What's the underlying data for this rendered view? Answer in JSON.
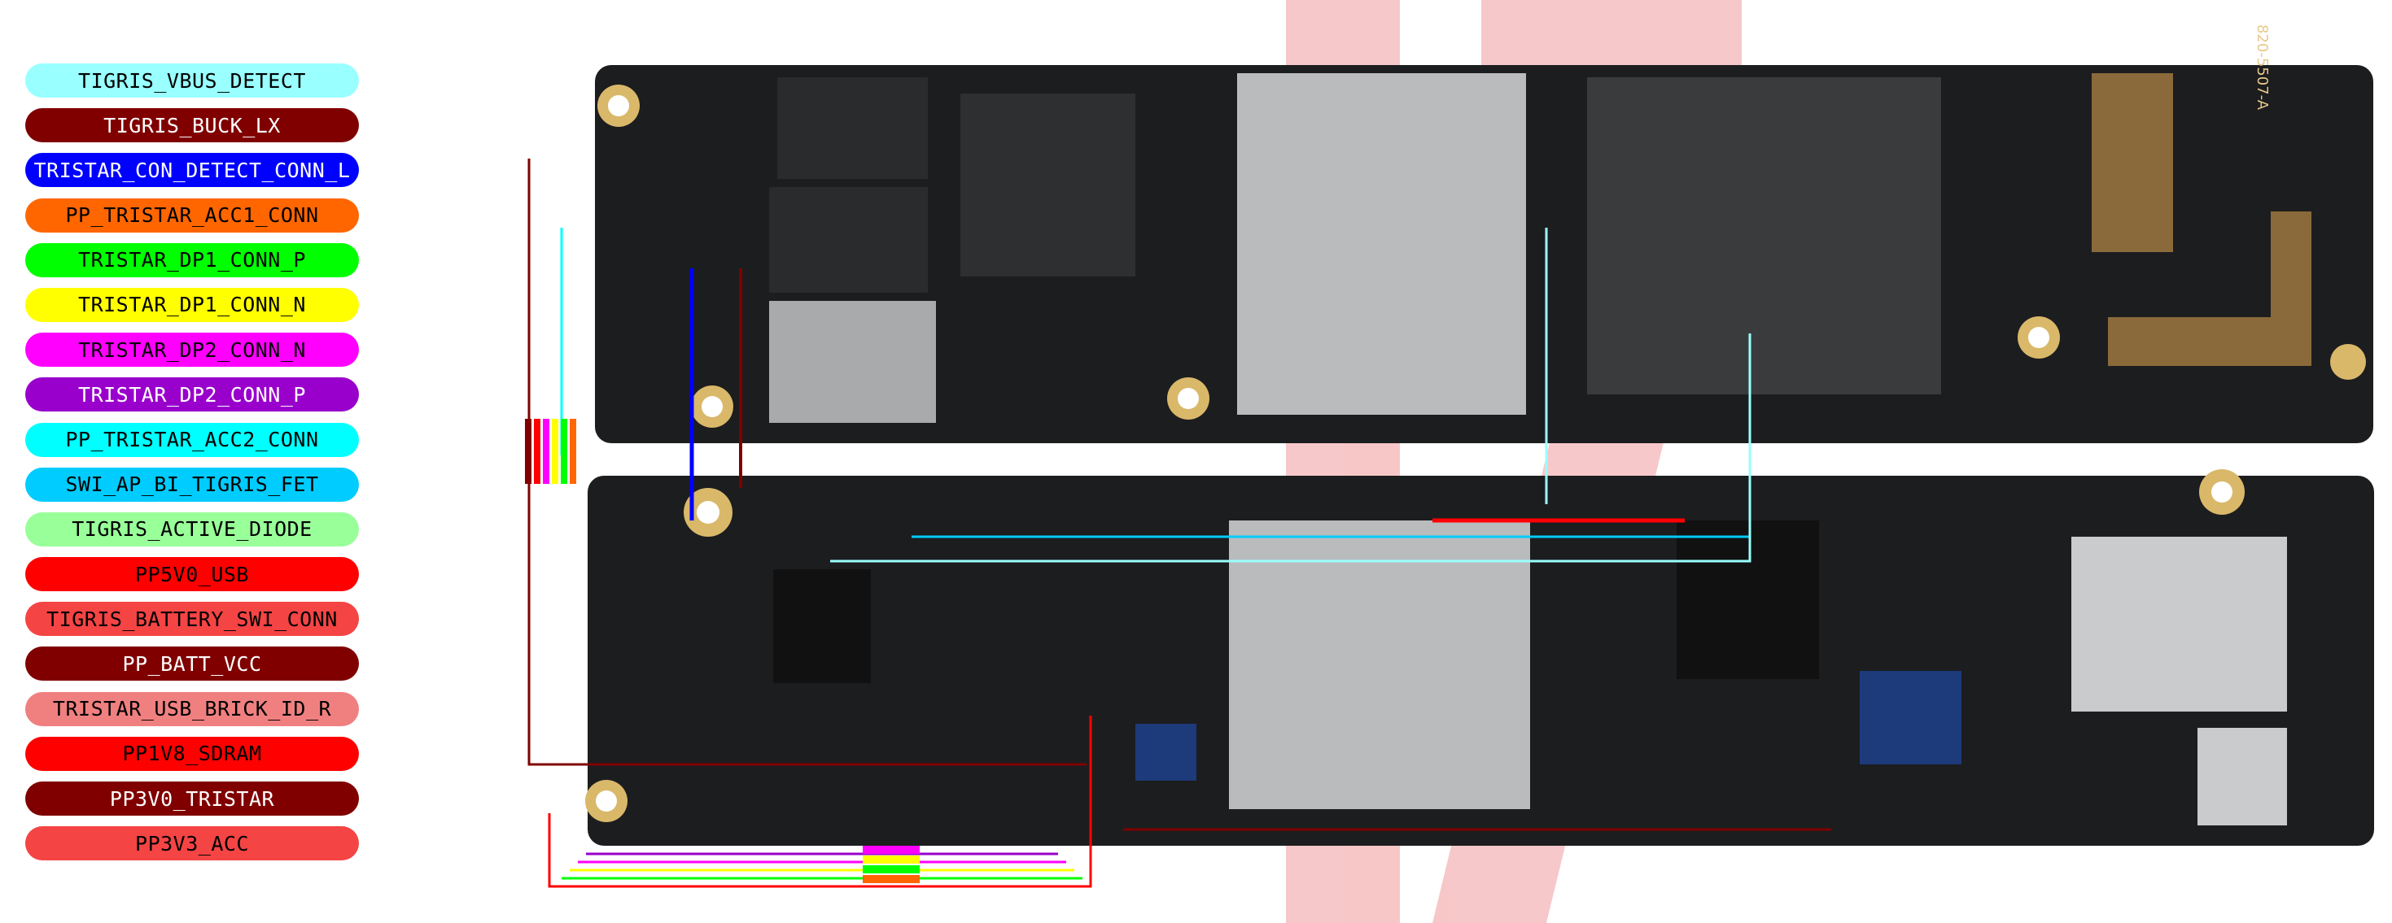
{
  "legend": [
    {
      "label": "TIGRIS_VBUS_DETECT",
      "bg": "#99ffff",
      "fg": "#000000"
    },
    {
      "label": "TIGRIS_BUCK_LX",
      "bg": "#800000",
      "fg": "#ffffff"
    },
    {
      "label": "TRISTAR_CON_DETECT_CONN_L",
      "bg": "#0000ff",
      "fg": "#ffffff"
    },
    {
      "label": "PP_TRISTAR_ACC1_CONN",
      "bg": "#ff6600",
      "fg": "#000000"
    },
    {
      "label": "TRISTAR_DP1_CONN_P",
      "bg": "#00ff00",
      "fg": "#000000"
    },
    {
      "label": "TRISTAR_DP1_CONN_N",
      "bg": "#ffff00",
      "fg": "#000000"
    },
    {
      "label": "TRISTAR_DP2_CONN_N",
      "bg": "#ff00ff",
      "fg": "#000000"
    },
    {
      "label": "TRISTAR_DP2_CONN_P",
      "bg": "#9900cc",
      "fg": "#ffffff"
    },
    {
      "label": "PP_TRISTAR_ACC2_CONN",
      "bg": "#00ffff",
      "fg": "#000000"
    },
    {
      "label": "SWI_AP_BI_TIGRIS_FET",
      "bg": "#00ccff",
      "fg": "#000000"
    },
    {
      "label": "TIGRIS_ACTIVE_DIODE",
      "bg": "#99ff99",
      "fg": "#000000"
    },
    {
      "label": "PP5V0_USB",
      "bg": "#ff0000",
      "fg": "#000000"
    },
    {
      "label": "TIGRIS_BATTERY_SWI_CONN",
      "bg": "#f44444",
      "fg": "#000000"
    },
    {
      "label": "PP_BATT_VCC",
      "bg": "#800000",
      "fg": "#ffffff"
    },
    {
      "label": "TRISTAR_USB_BRICK_ID_R",
      "bg": "#f08080",
      "fg": "#000000"
    },
    {
      "label": "PP1V8_SDRAM",
      "bg": "#ff0000",
      "fg": "#000000"
    },
    {
      "label": "PP3V0_TRISTAR",
      "bg": "#800000",
      "fg": "#ffffff"
    },
    {
      "label": "PP3V3_ACC",
      "bg": "#f44444",
      "fg": "#000000"
    }
  ],
  "board": {
    "part_number": "820-5507-A",
    "pcb_color": "#1c1d1f",
    "shield_color": "#b9bbbd",
    "pad_color": "#d9b86a"
  }
}
